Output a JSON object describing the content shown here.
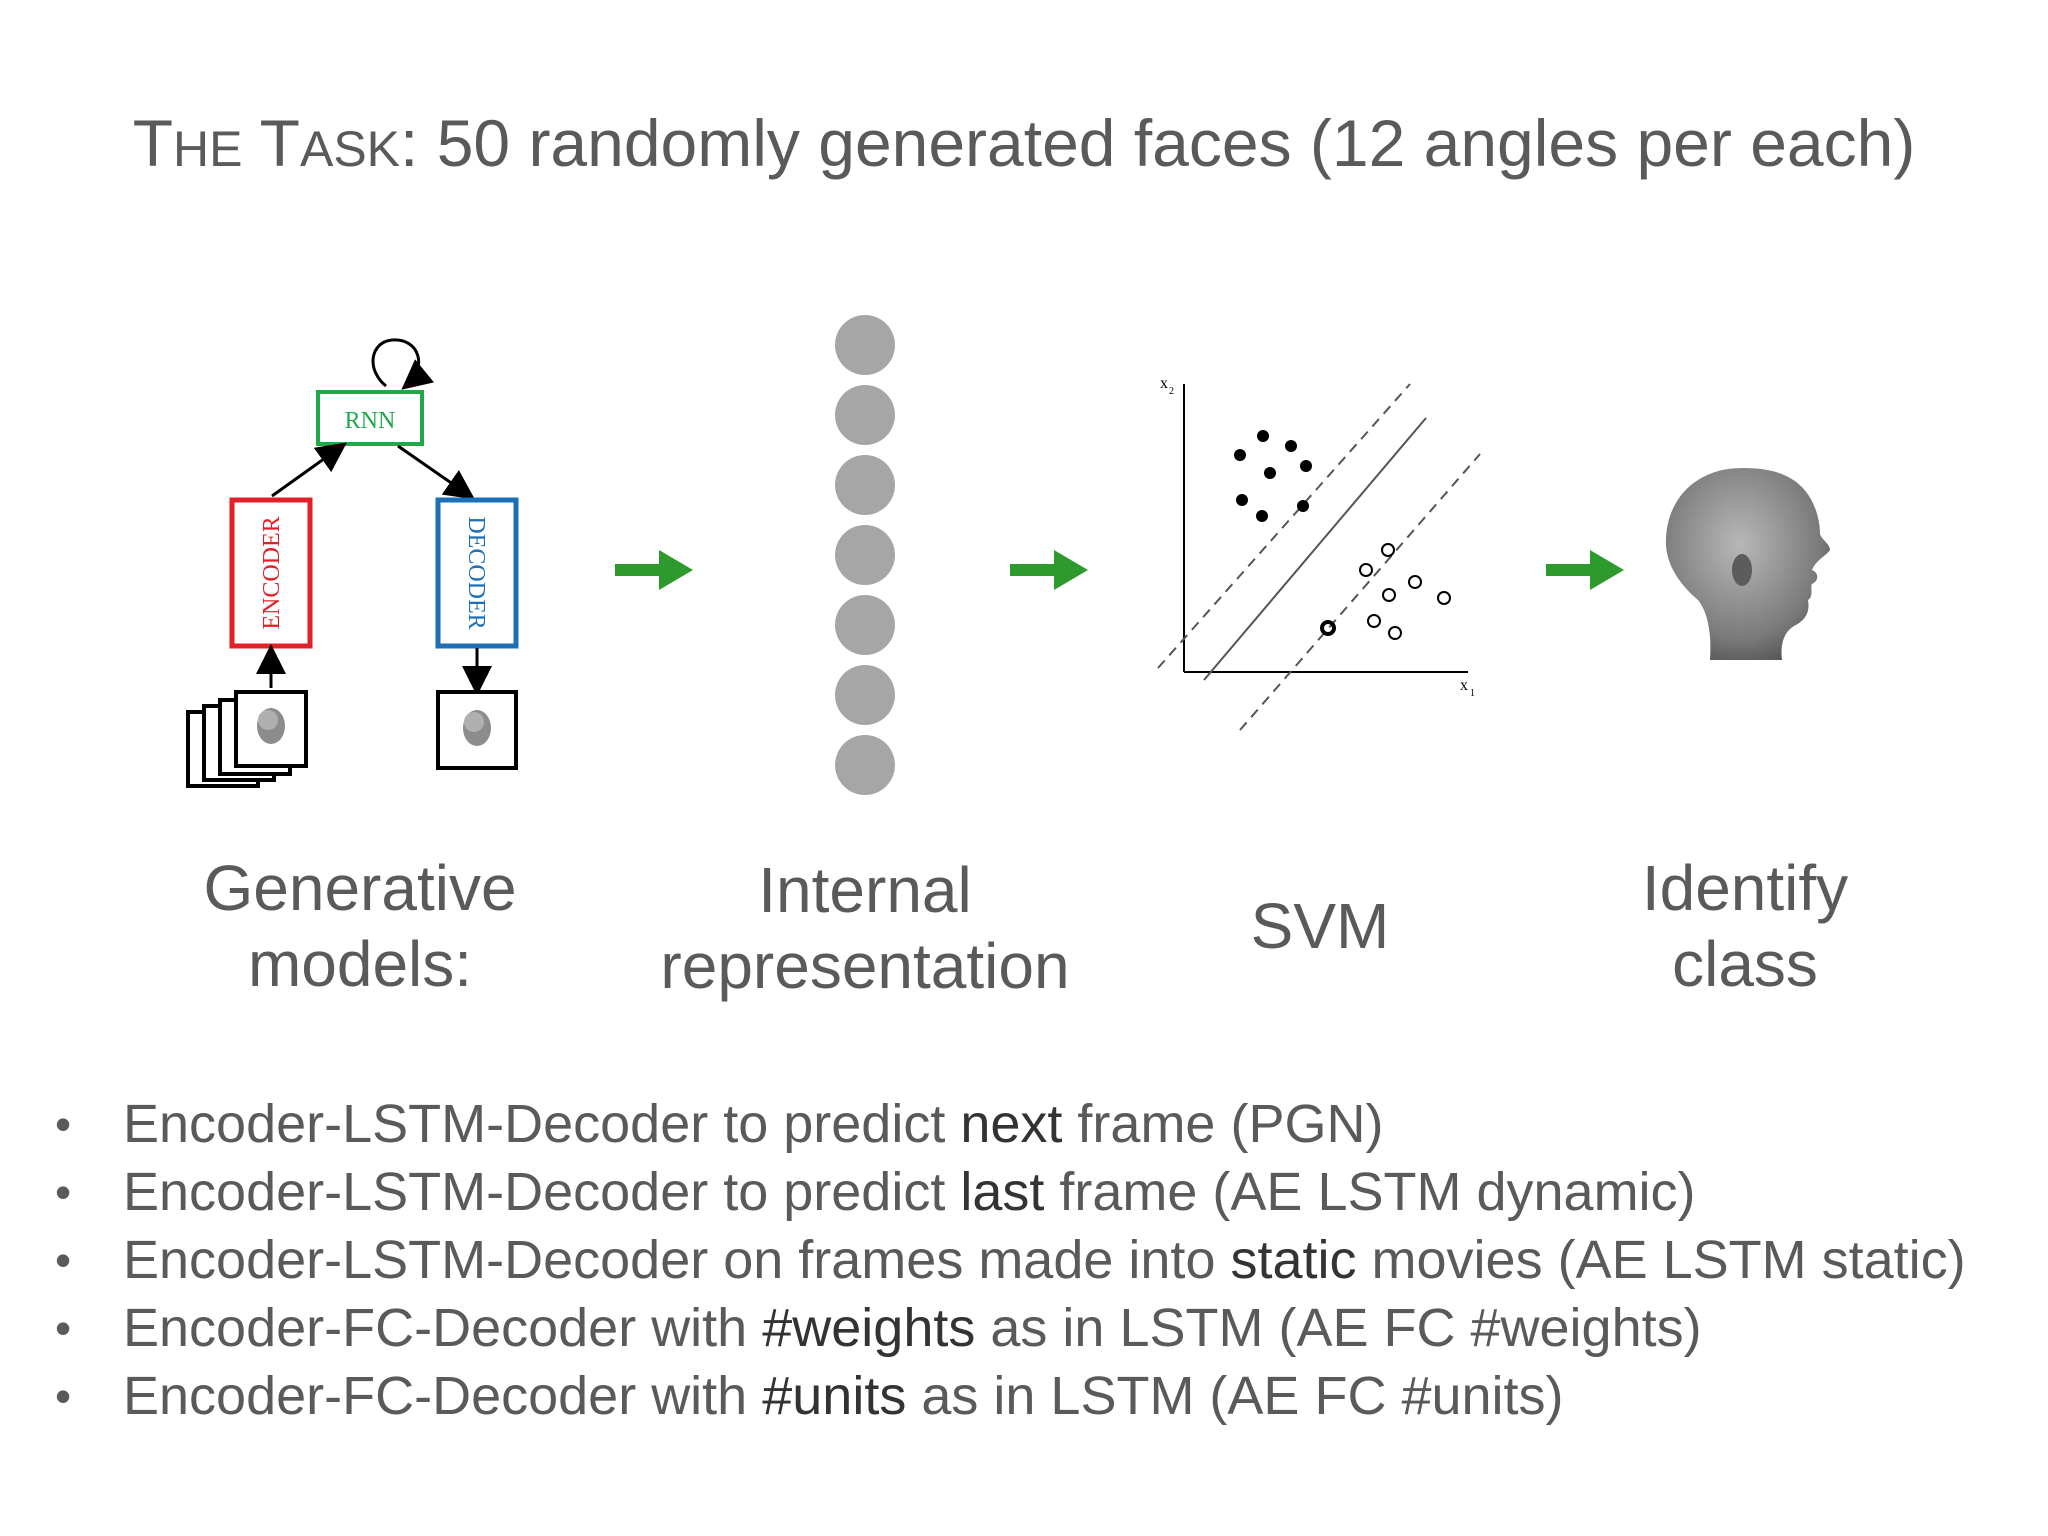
{
  "title": {
    "prefix_cap1": "T",
    "prefix_small1": "HE",
    "prefix_cap2": "T",
    "prefix_small2": "ASK",
    "rest": ": 50 randomly generated faces (12 angles per each)"
  },
  "diagram": {
    "rnn_label": "RNN",
    "encoder_label": "ENCODER",
    "decoder_label": "DECODER",
    "svm_axis_x": "x",
    "svm_axis_y": "x",
    "svm_axis_x_sub": "1",
    "svm_axis_y_sub": "2",
    "representation_units": 7
  },
  "stages": {
    "generative": [
      "Generative",
      "models:"
    ],
    "internal": [
      "Internal",
      "representation"
    ],
    "svm": "SVM",
    "identify": [
      "Identify",
      "class"
    ]
  },
  "bullets": [
    {
      "pre": "Encoder-LSTM-Decoder to predict ",
      "bold": "next",
      "post": " frame (PGN)"
    },
    {
      "pre": "Encoder-LSTM-Decoder to predict ",
      "bold": "last",
      "post": " frame (AE LSTM dynamic)"
    },
    {
      "pre": "Encoder-LSTM-Decoder on frames made into ",
      "bold": "static",
      "post": " movies (AE LSTM static)"
    },
    {
      "pre": "Encoder-FC-Decoder with ",
      "bold": "#weights",
      "post": " as in LSTM (AE FC #weights)"
    },
    {
      "pre": "Encoder-FC-Decoder with ",
      "bold": "#units",
      "post": " as in LSTM (AE FC #units)"
    }
  ],
  "colors": {
    "arrow": "#2e9a2e",
    "rnn": "#1faa4a",
    "encoder": "#e2202a",
    "decoder": "#1d6fb8",
    "unit": "#a6a6a6"
  }
}
